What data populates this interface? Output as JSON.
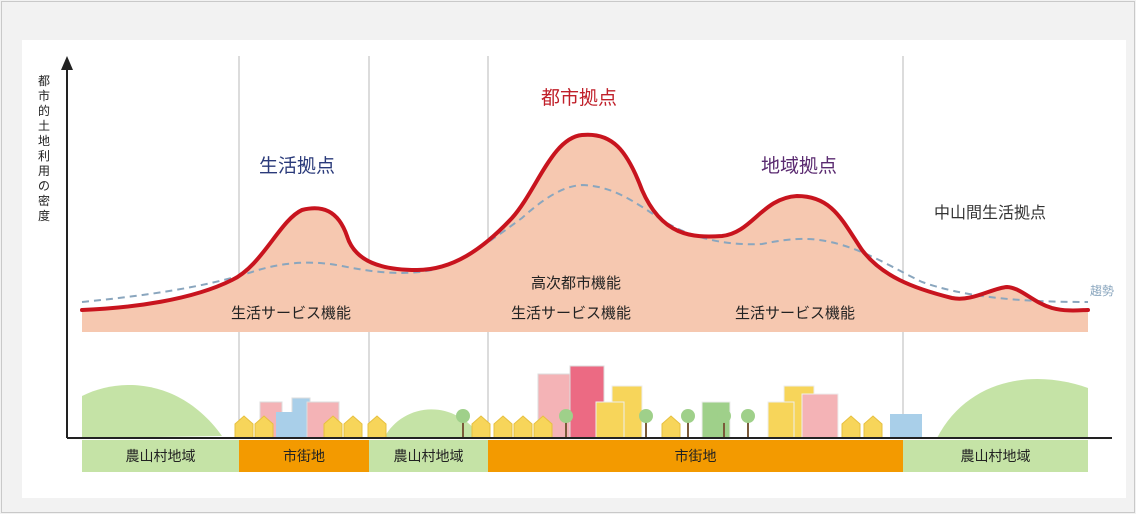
{
  "yaxis_label": "都市的土地利用の密度",
  "peaks": {
    "urban_hub": "都市拠点",
    "life_hub": "生活拠点",
    "regional_hub": "地域拠点",
    "mountain_hub": "中山間生活拠点"
  },
  "trend_label": "趨勢",
  "functions": {
    "advanced": "高次都市機能",
    "life_service_1": "生活サービス機能",
    "life_service_2": "生活サービス機能",
    "life_service_3": "生活サービス機能"
  },
  "zones": [
    {
      "label": "農山村地域",
      "type": "rural"
    },
    {
      "label": "市街地",
      "type": "urban"
    },
    {
      "label": "農山村地域",
      "type": "rural"
    },
    {
      "label": "市街地",
      "type": "urban"
    },
    {
      "label": "農山村地域",
      "type": "rural"
    }
  ],
  "colors": {
    "urban_hub_text": "#c0202a",
    "life_hub_text": "#2a3a7a",
    "regional_hub_text": "#5a2a70",
    "density_curve": "#c8141e",
    "density_fill": "#f6c8b0",
    "trend_curve": "#8aa6be",
    "rural_band": "#c5e3a6",
    "urban_band": "#f39a00",
    "hill": "#c5e3a6"
  },
  "icons": [
    "house-icon",
    "building-icon",
    "tree-icon",
    "hill-icon"
  ]
}
